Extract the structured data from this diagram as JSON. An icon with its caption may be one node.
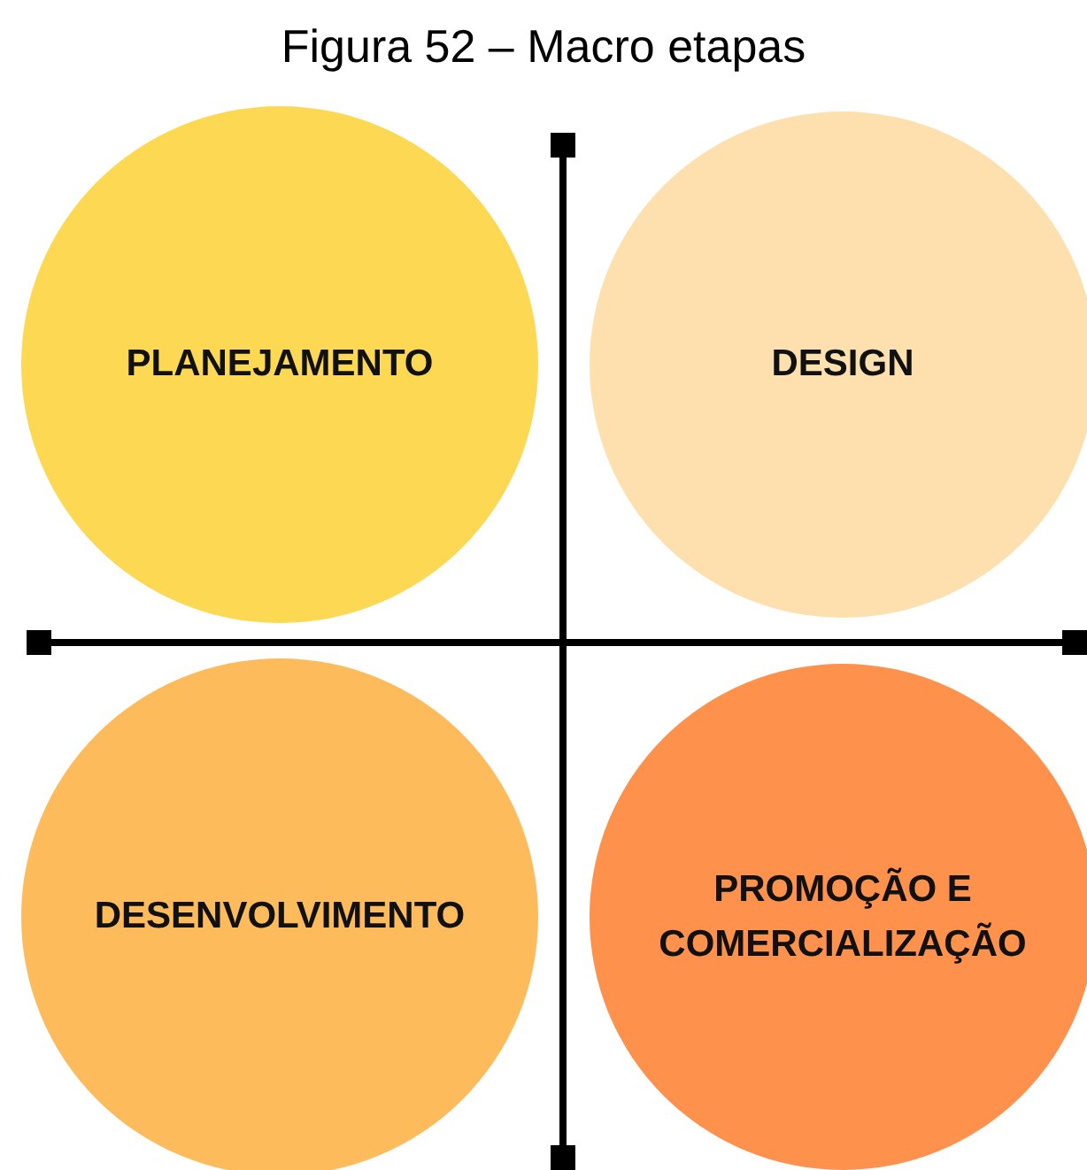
{
  "diagram": {
    "title": "Figura 52 – Macro etapas",
    "nodes": [
      {
        "text": [
          "PLANEJAMENTO"
        ]
      },
      {
        "text": [
          "DESIGN"
        ]
      },
      {
        "text": [
          "DESENVOLVIMENTO"
        ]
      },
      {
        "text": [
          "PROMOÇÃO E COMERCIALIZAÇÃO"
        ]
      }
    ]
  }
}
